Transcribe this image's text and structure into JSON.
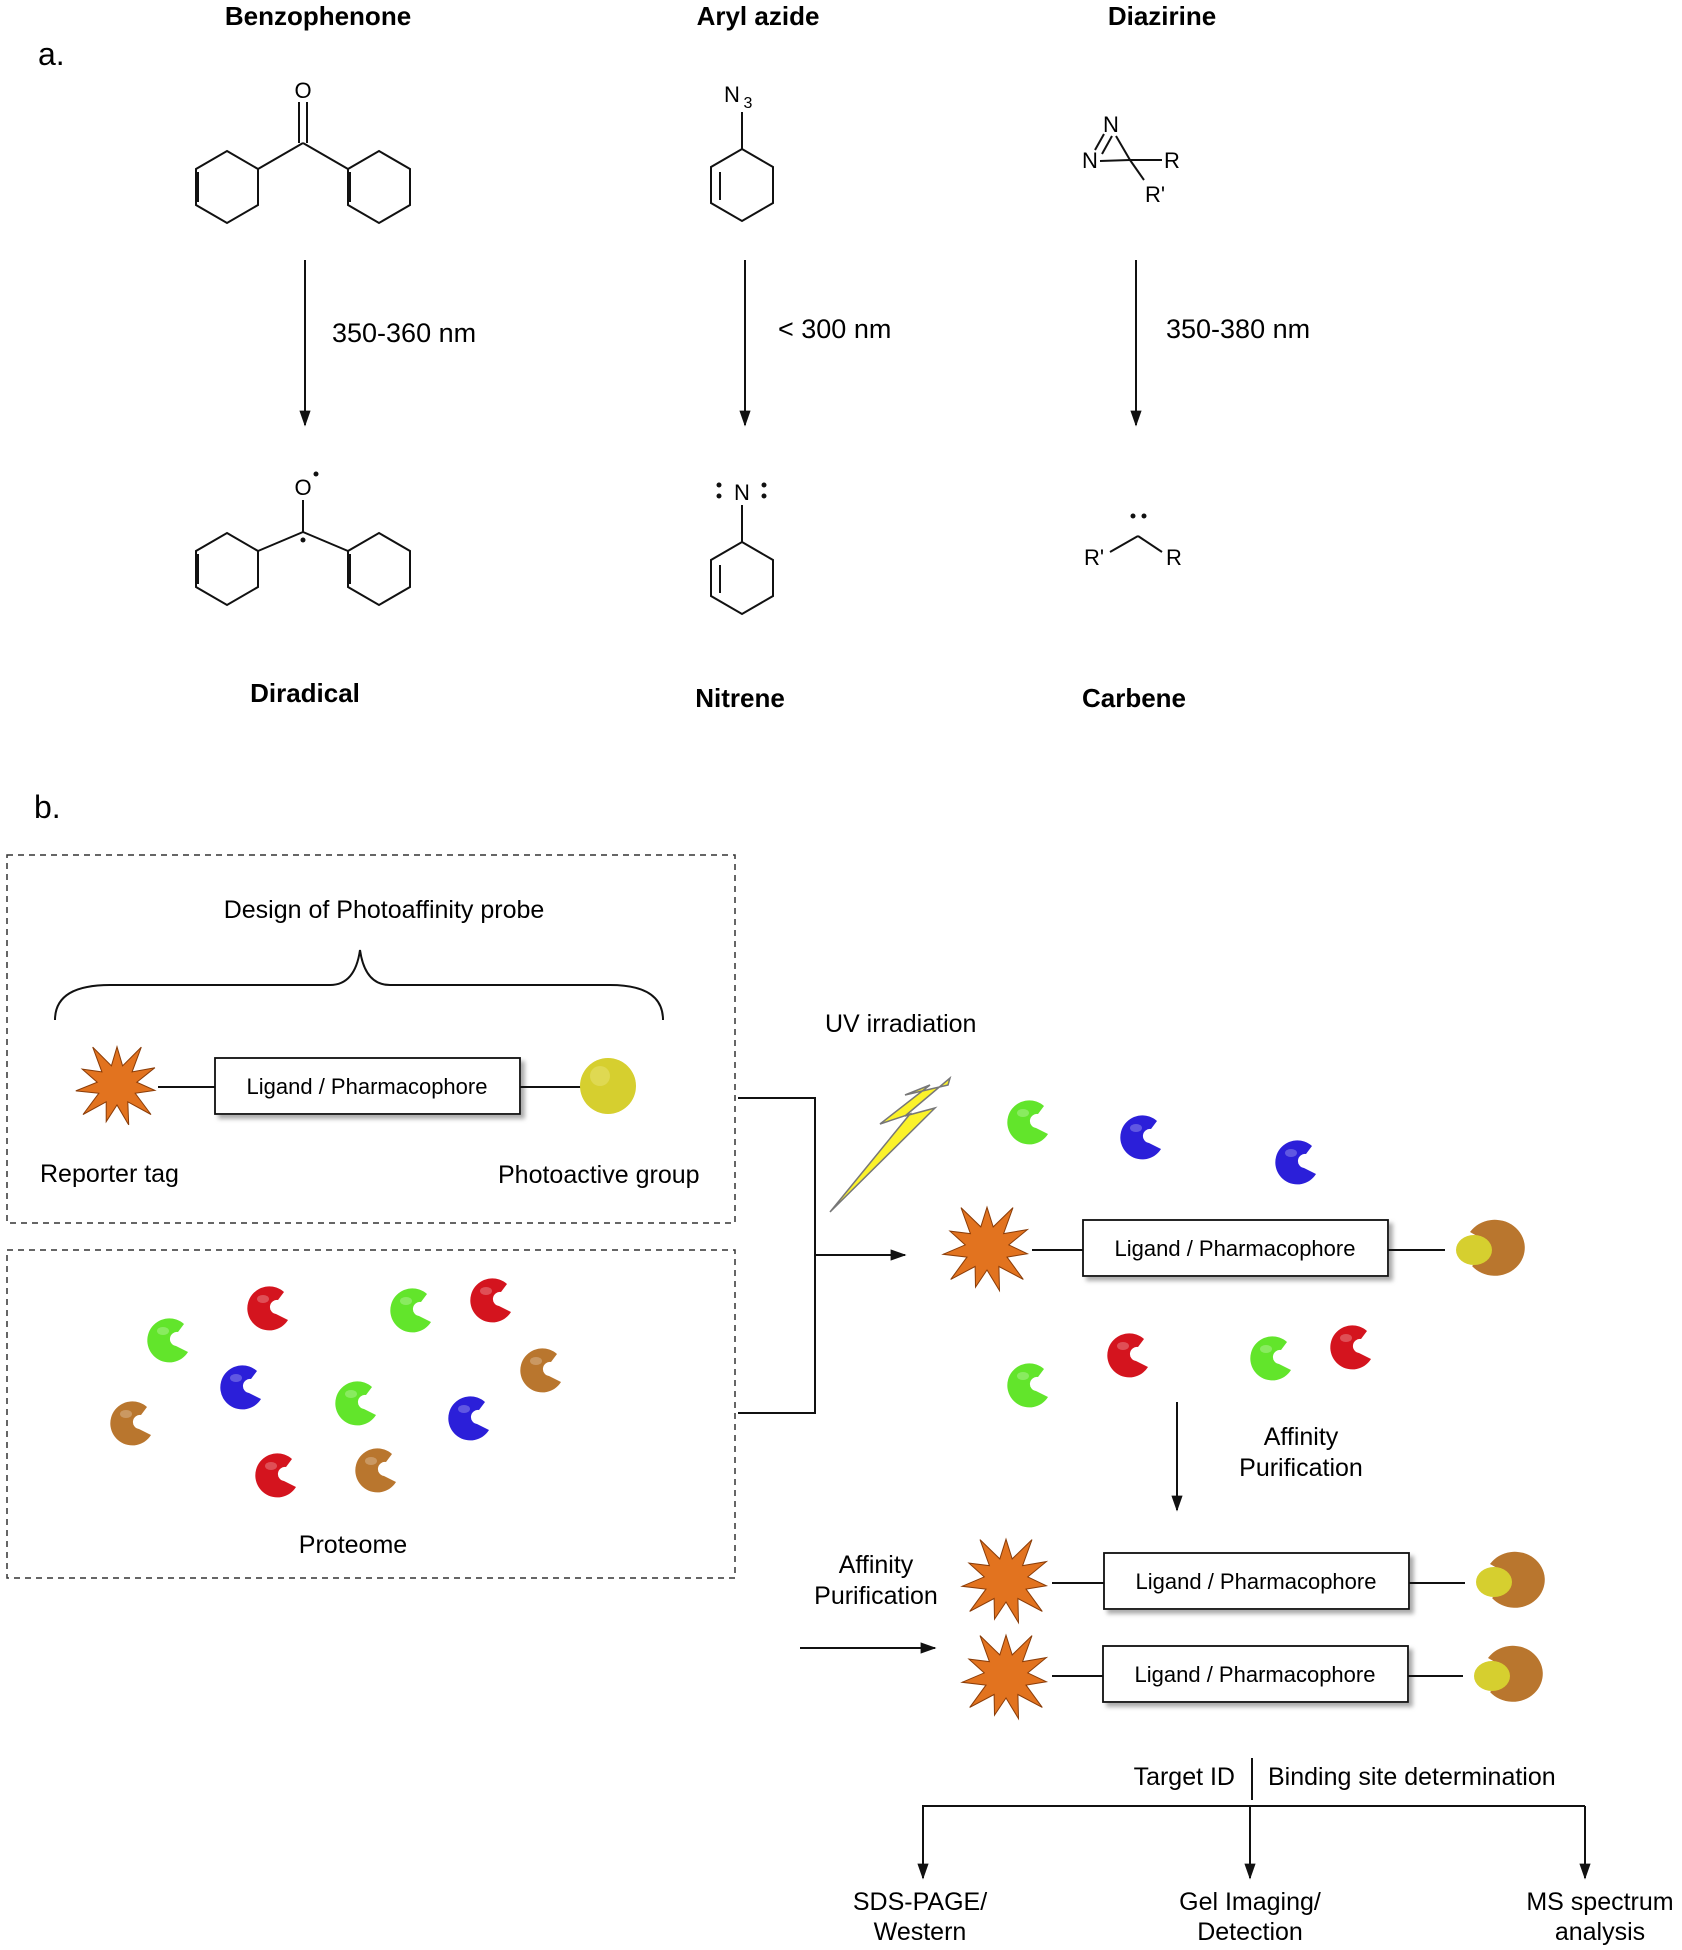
{
  "panel_a": {
    "label": "a.",
    "columns": [
      {
        "name": "Benzophenone",
        "wavelength": "350-360 nm",
        "product": "Diradical"
      },
      {
        "name": "Aryl azide",
        "wavelength": "< 300 nm",
        "product": "Nitrene"
      },
      {
        "name": "Diazirine",
        "wavelength": "350-380 nm",
        "product": "Carbene"
      }
    ],
    "atoms": {
      "oxygen": "O",
      "azide_n": "N",
      "azide_sub": "3",
      "nitrene_n": "N",
      "diazirine_n": "N",
      "r": "R",
      "r_prime": "R'"
    }
  },
  "panel_b": {
    "label": "b.",
    "probe_title": "Design of Photoaffinity probe",
    "ligand": "Ligand / Pharmacophore",
    "reporter_tag": "Reporter tag",
    "photoactive_group": "Photoactive group",
    "proteome": "Proteome",
    "uv": "UV irradiation",
    "affinity_line1": "Affinity",
    "affinity_line2": "Purification",
    "target_id": "Target ID",
    "binding_site": "Binding site determination",
    "outputs": [
      {
        "line1": "SDS-PAGE/",
        "line2": "Western"
      },
      {
        "line1": "Gel Imaging/",
        "line2": "Detection"
      },
      {
        "line1": "MS spectrum",
        "line2": "analysis"
      }
    ]
  },
  "colors": {
    "reporter": "#e2731f",
    "photoactive": "#d6cf2f",
    "protein_green": "#62e52b",
    "protein_blue": "#2b1fd9",
    "protein_red": "#d4141e",
    "protein_brown": "#b9762e",
    "lightning": "#fbf22a"
  }
}
